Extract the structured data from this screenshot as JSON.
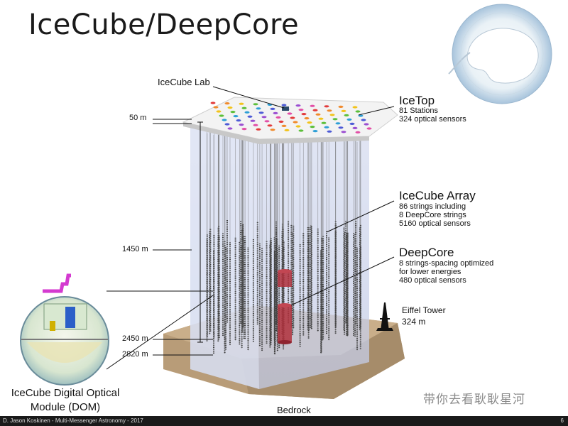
{
  "title": "IceCube/DeepCore",
  "icecube_lab": "IceCube Lab",
  "icetop": {
    "name": "IceTop",
    "lines": [
      "81 Stations",
      "324 optical sensors"
    ]
  },
  "icecube_array": {
    "name": "IceCube Array",
    "lines": [
      "86 strings including",
      "8 DeepCore strings",
      "5160 optical sensors"
    ]
  },
  "deepcore": {
    "name": "DeepCore",
    "lines": [
      "8 strings-spacing optimized",
      "for lower energies",
      "480 optical sensors"
    ]
  },
  "eiffel": {
    "name": "Eiffel Tower",
    "height": "324 m"
  },
  "depths": [
    "50 m",
    "1450 m",
    "2450 m",
    "2820 m"
  ],
  "bedrock": "Bedrock",
  "dom": {
    "line1": "IceCube Digital Optical",
    "line2": "Module (DOM)"
  },
  "footer": {
    "credit": "D. Jason Koskinen - Multi-Messenger Astronomy - 2017",
    "page": "6"
  },
  "watermark": "带你去看耿耿星河",
  "colors": {
    "ice": "#c9d3ec",
    "rock": "#c2a785",
    "deepcore": "#b0303c",
    "string": "#6a6a6a"
  }
}
